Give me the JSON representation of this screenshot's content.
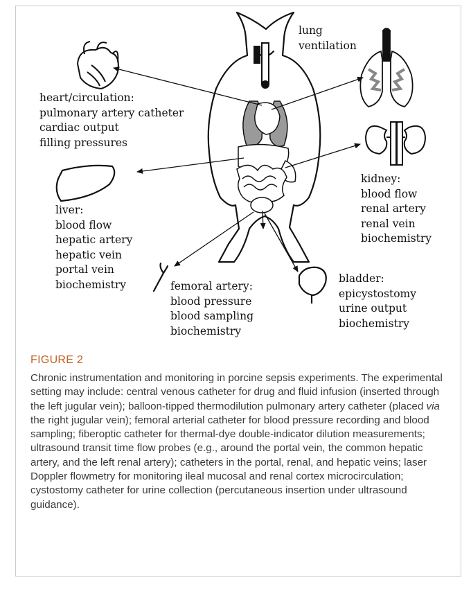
{
  "figure": {
    "labels": {
      "lung": "lung\nventilation",
      "heart": "heart/circulation:\npulmonary artery catheter\ncardiac output\nfilling pressures",
      "kidney": "kidney:\nblood flow\nrenal artery\nrenal vein\nbiochemistry",
      "liver": "liver:\nblood flow\nhepatic artery\nhepatic vein\nportal vein\nbiochemistry",
      "femoral": "femoral artery:\nblood pressure\nblood sampling\nbiochemistry",
      "bladder": "bladder:\nepicystostomy\nurine output\nbiochemistry"
    },
    "icons": [
      "heart-icon",
      "lungs-icon",
      "kidney-icon",
      "liver-icon",
      "femoral-artery-icon",
      "bladder-icon",
      "pig-icon"
    ]
  },
  "caption": {
    "heading": "FIGURE 2",
    "text_before_italic": "Chronic instrumentation and monitoring in porcine sepsis experiments. The experimental setting may include: central venous catheter for drug and fluid infusion (inserted through the left jugular vein); balloon-tipped thermodilution pulmonary artery catheter (placed ",
    "italic": "via",
    "text_after_italic": " the right jugular vein); femoral arterial catheter for blood pressure recording and blood sampling; fiberoptic catheter for thermal-dye double-indicator dilution measurements; ultrasound transit time flow probes (e.g., around the portal vein, the common hepatic artery, and the left renal artery); catheters in the portal, renal, and hepatic veins; laser Doppler flowmetry for monitoring ileal mucosal and renal cortex microcirculation; cystostomy catheter for urine collection (percutaneous insertion under ultrasound guidance)."
  }
}
